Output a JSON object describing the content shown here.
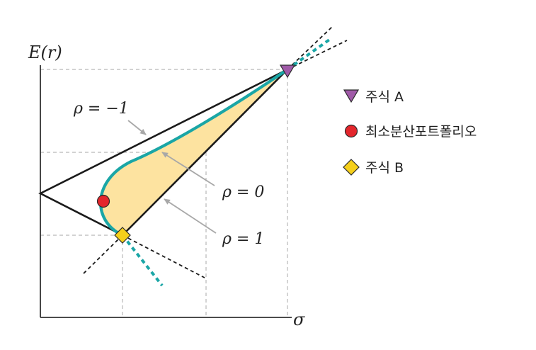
{
  "axes": {
    "y_label": "E(r)",
    "x_label": "σ"
  },
  "annotations": {
    "rho_neg1": "ρ = −1",
    "rho_0": "ρ = 0",
    "rho_1": "ρ = 1"
  },
  "legend": {
    "stock_a": "주식 A",
    "min_var": "최소분산포트폴리오",
    "stock_b": "주식 B"
  },
  "colors": {
    "curve": "#1aa6a6",
    "fill": "#fde3a0",
    "stock_a_marker": "#a05aa8",
    "min_var_marker": "#e3262c",
    "stock_b_marker": "#f5cf1b",
    "lines": "#1a1a1a",
    "grid": "#b8b8b8",
    "arrows": "#a8a8a8"
  }
}
